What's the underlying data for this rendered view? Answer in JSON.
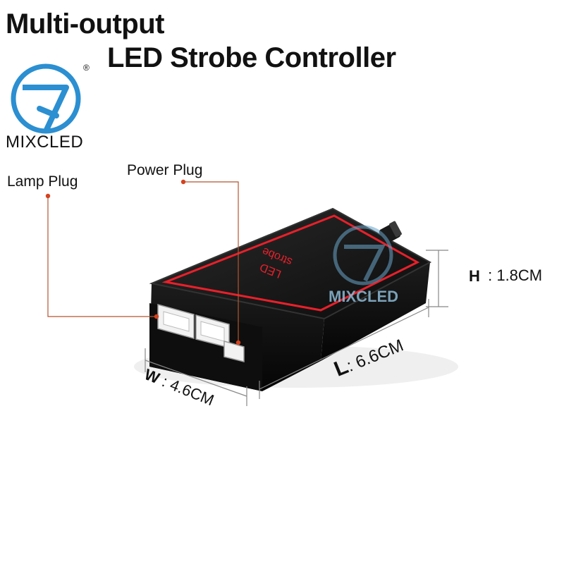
{
  "title": {
    "line1": "Multi-output",
    "line2": "LED Strobe Controller"
  },
  "brand": {
    "name": "MIXCLED",
    "registered_mark": "®",
    "watermark": "MIXCLED",
    "logo_icon": "mixcled-logo-icon",
    "color": "#2b8fd1"
  },
  "callouts": {
    "lamp_plug": "Lamp Plug",
    "power_plug": "Power Plug",
    "line_color": "#b5552e",
    "dot_color": "#d4421e"
  },
  "dimensions": {
    "height": {
      "letter": "H",
      "value": " : 1.8CM"
    },
    "width": {
      "letter": "W",
      "value": " : 4.6CM"
    },
    "length": {
      "letter": "L",
      "value": ": 6.6CM"
    }
  },
  "device": {
    "top_text_line1": "LED",
    "top_text_line2": "strobe",
    "body_color": "#151515",
    "accent_color": "#e8202a"
  }
}
